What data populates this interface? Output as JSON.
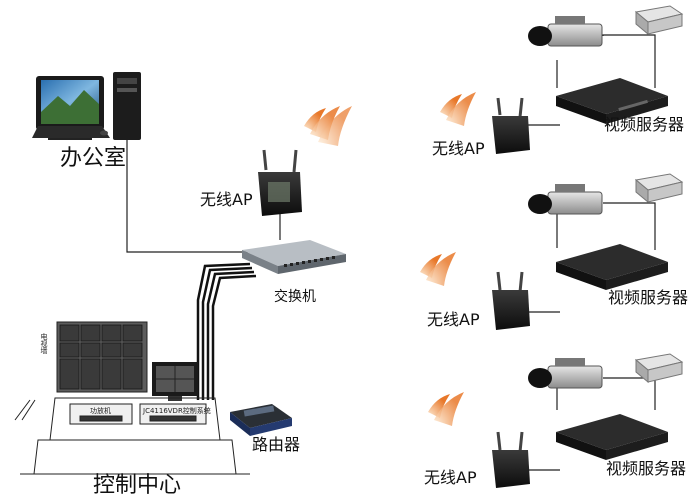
{
  "labels": {
    "office": "办公室",
    "wireless_ap": "无线AP",
    "switch": "交换机",
    "router": "路由器",
    "control_center": "控制中心",
    "video_server": "视频服务器",
    "tv_wall": "电视墙",
    "amplifier": "功放机",
    "matrix_host": "JC4116VDR控制系统"
  },
  "colors": {
    "line": "#222222",
    "signal": "#e8782a",
    "device_dark": "#1a1a1a",
    "device_grey": "#8a8a8a"
  }
}
